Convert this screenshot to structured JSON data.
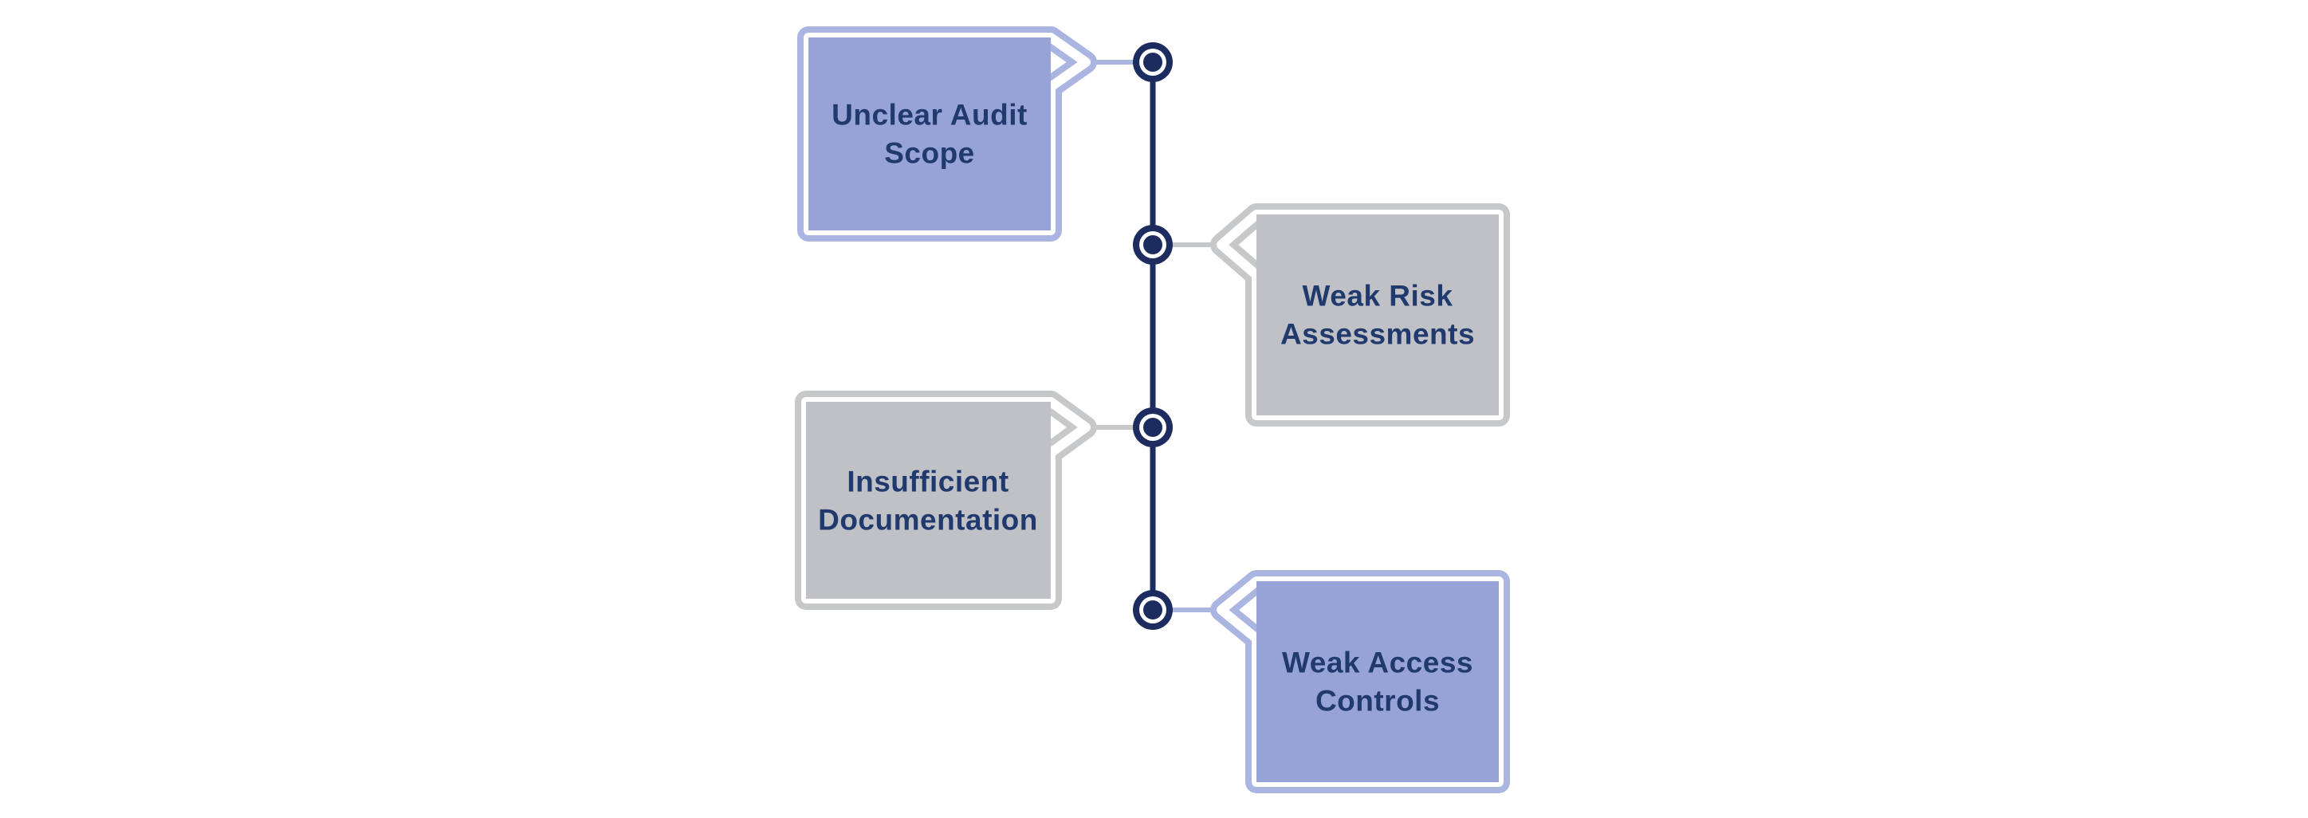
{
  "diagram": {
    "type": "vertical-timeline",
    "items": [
      {
        "label": "Unclear Audit Scope",
        "lines": [
          "Unclear Audit",
          "Scope"
        ],
        "variant": "periwinkle",
        "side": "left"
      },
      {
        "label": "Weak Risk Assessments",
        "lines": [
          "Weak Risk",
          "Assessments"
        ],
        "variant": "gray",
        "side": "right"
      },
      {
        "label": "Insufficient Documentation",
        "lines": [
          "Insufficient",
          "Documentation"
        ],
        "variant": "gray",
        "side": "left"
      },
      {
        "label": "Weak Access Controls",
        "lines": [
          "Weak Access",
          "Controls"
        ],
        "variant": "periwinkle",
        "side": "right"
      }
    ],
    "colors": {
      "navy": "#1c2c5f",
      "text": "#203a6e",
      "periwinkle_fill": "#97a3d7",
      "periwinkle_border": "#abb5e2",
      "gray_fill": "#bfc1c6",
      "gray_border": "#c7c8ca",
      "background": "#ffffff"
    }
  }
}
